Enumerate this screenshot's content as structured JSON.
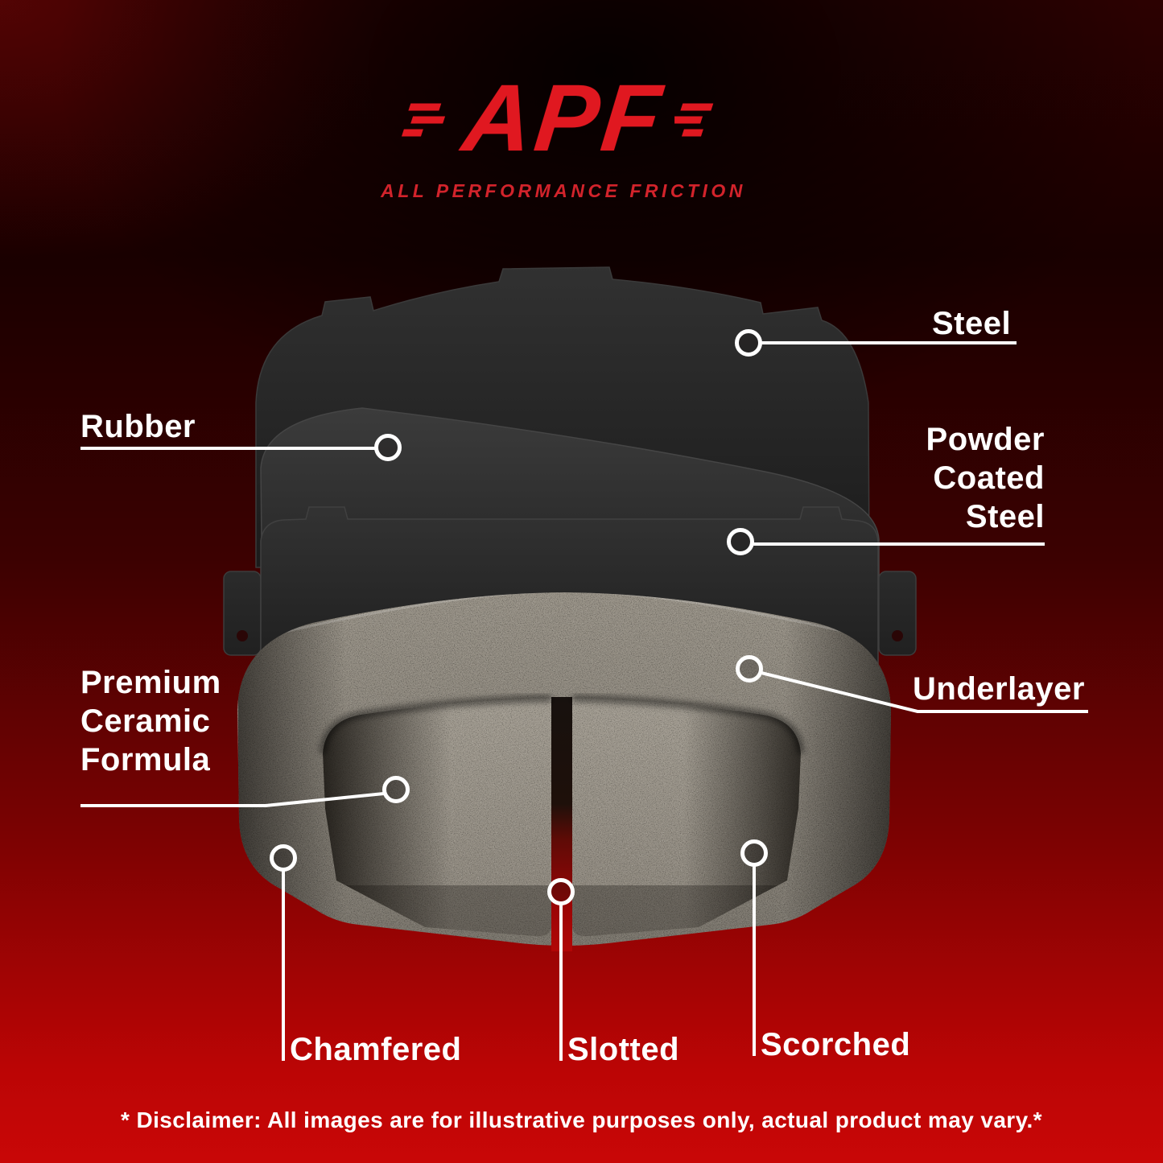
{
  "logo": {
    "brand": "APF",
    "tagline": "ALL PERFORMANCE FRICTION"
  },
  "callouts": {
    "steel": "Steel",
    "rubber": "Rubber",
    "powder_coated_steel": [
      "Powder",
      "Coated",
      "Steel"
    ],
    "premium_ceramic_formula": [
      "Premium",
      "Ceramic",
      "Formula"
    ],
    "underlayer": "Underlayer",
    "chamfered": "Chamfered",
    "slotted": "Slotted",
    "scorched": "Scorched"
  },
  "disclaimer": "* Disclaimer: All images are for illustrative purposes only, actual product may vary.*",
  "colors": {
    "accent_red": "#e01820",
    "background_red": "#c90707",
    "label_text": "#ffffff",
    "steel_layer": "#262626",
    "ceramic_gray": "#8f8a80"
  }
}
